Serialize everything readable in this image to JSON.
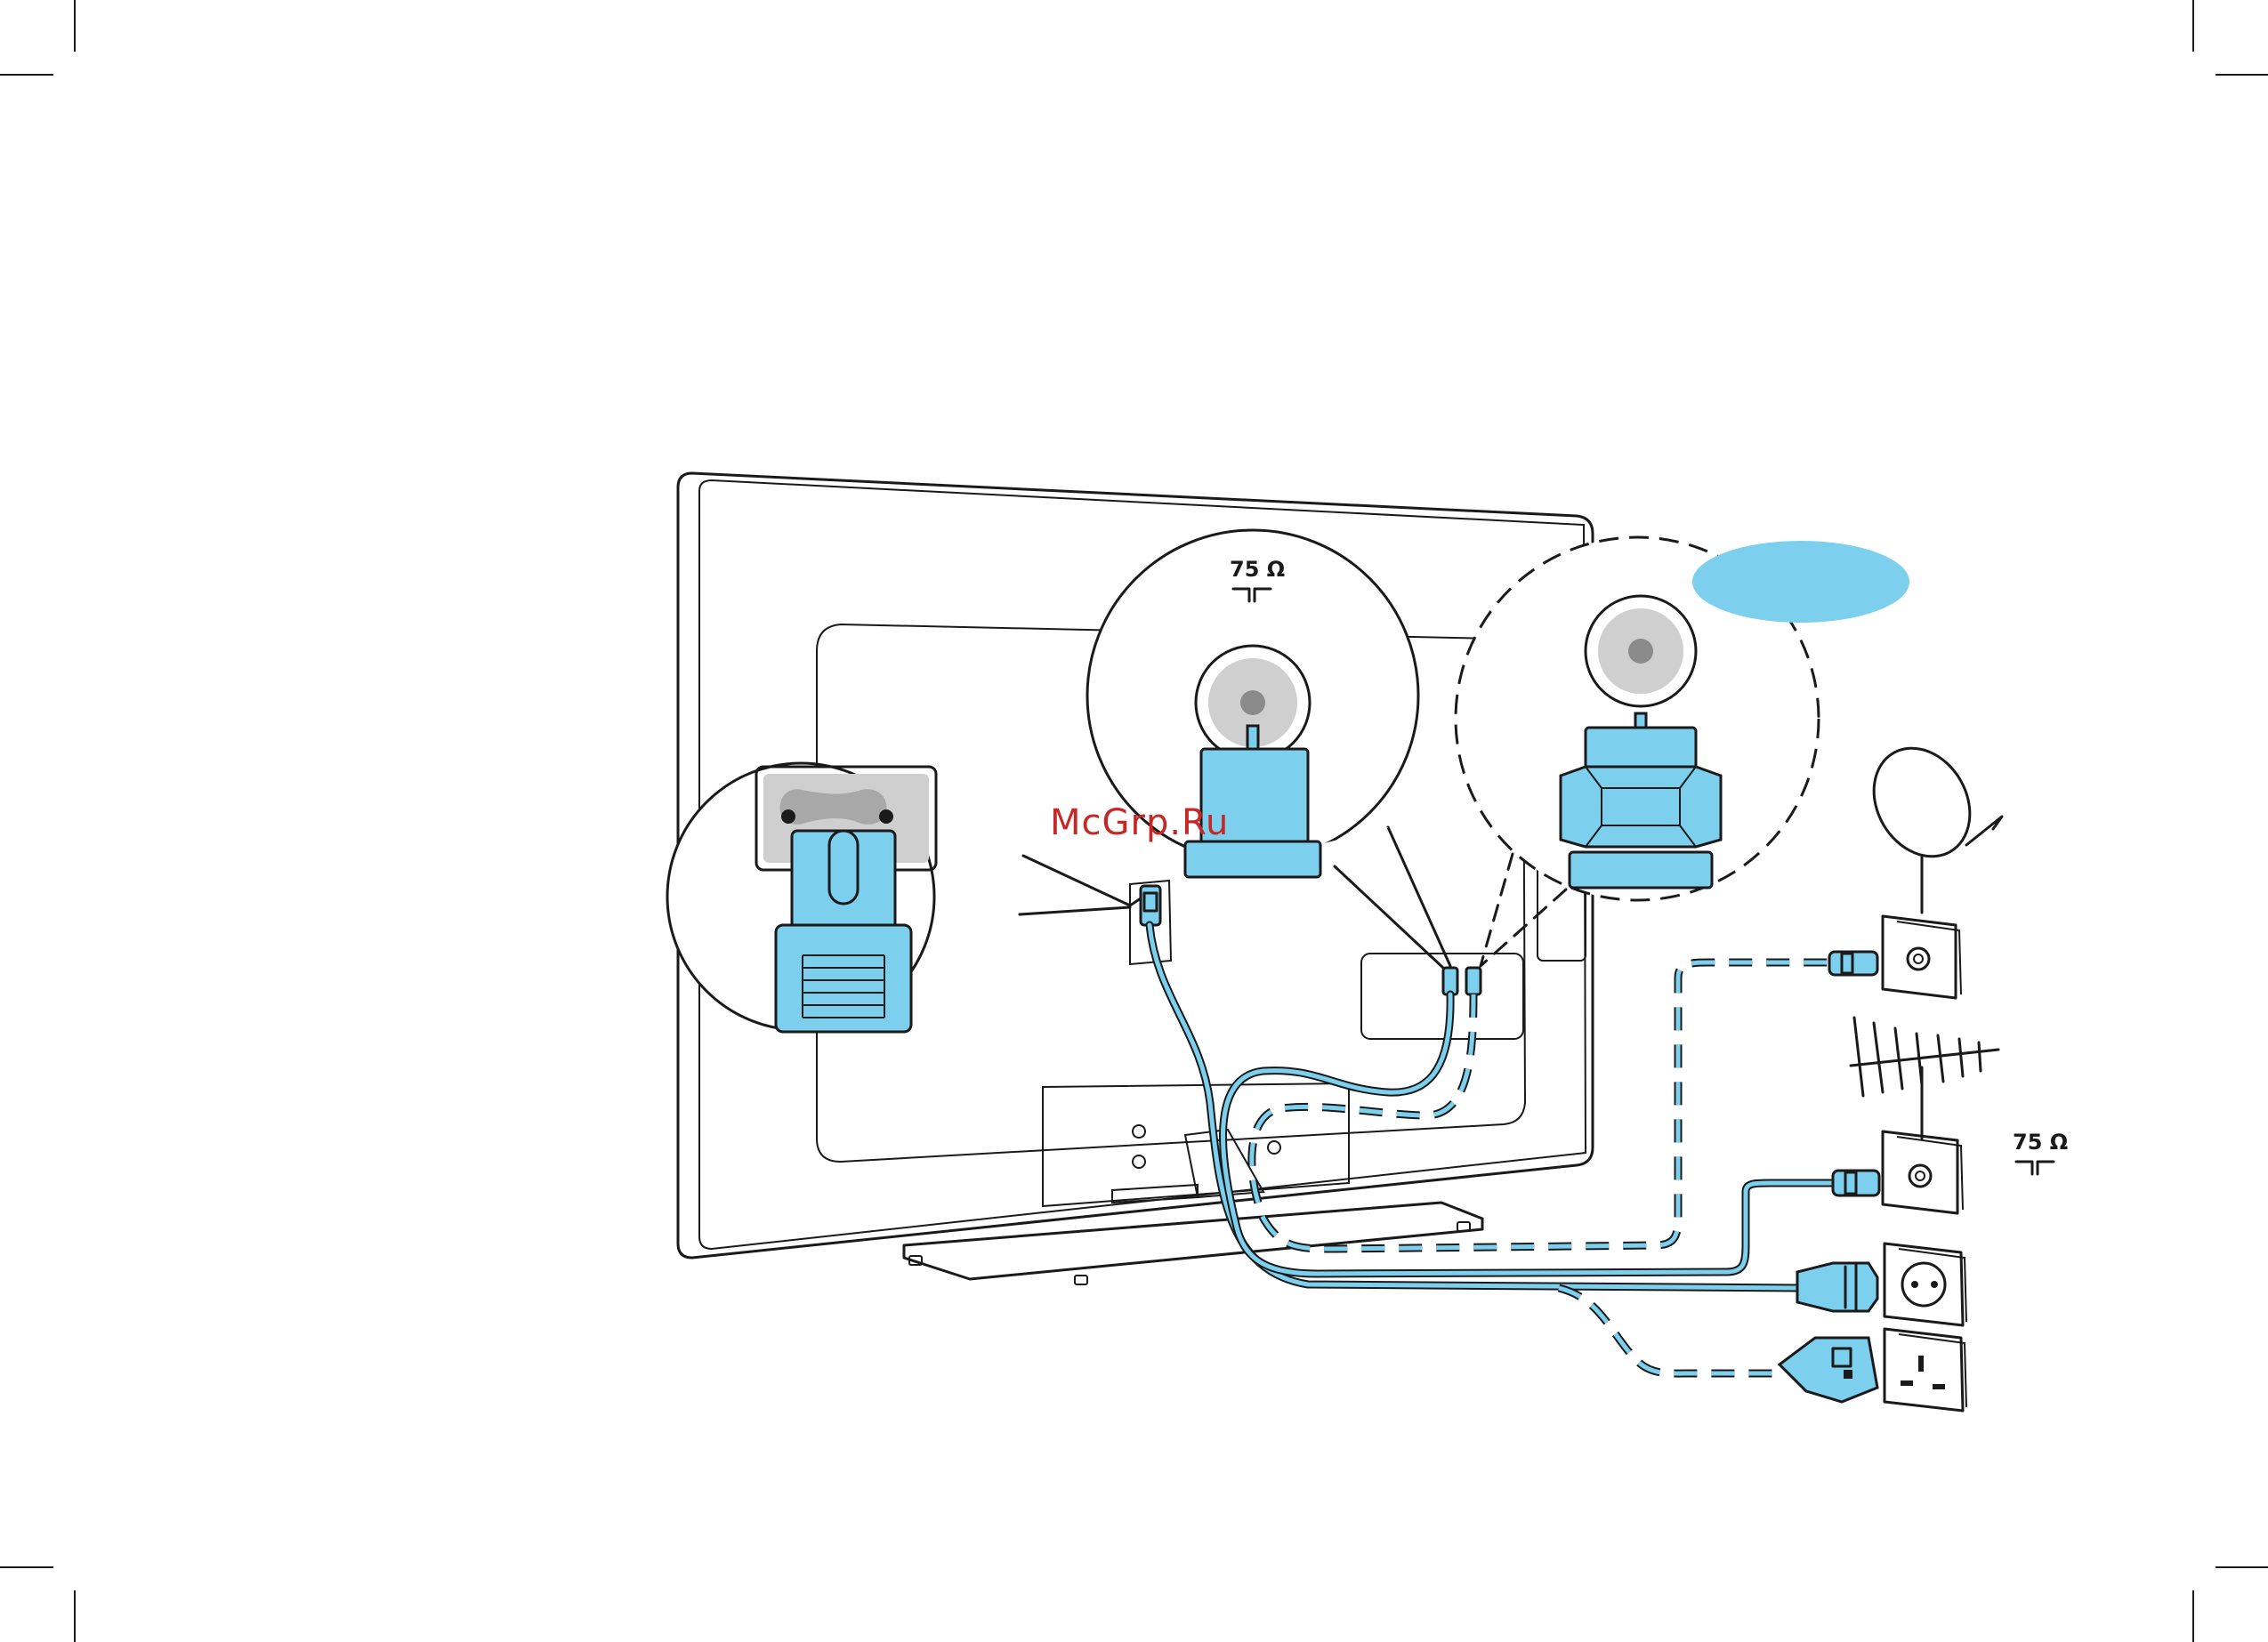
{
  "labels": {
    "impedance_zoom": "75 Ω",
    "impedance_side": "75 Ω",
    "watermark": "McGrp.Ru"
  },
  "colors": {
    "accent_blue": "#7dcfee",
    "ink": "#1a1a1a",
    "socket_grey": "#cfcfcf",
    "watermark_red": "#c62828"
  },
  "icons": {
    "coax_symbol": "coax-terminal-icon",
    "satellite": "satellite-dish-icon",
    "antenna": "yagi-antenna-icon",
    "eu_outlet": "eu-wall-socket-icon",
    "uk_outlet": "uk-wall-socket-icon"
  }
}
